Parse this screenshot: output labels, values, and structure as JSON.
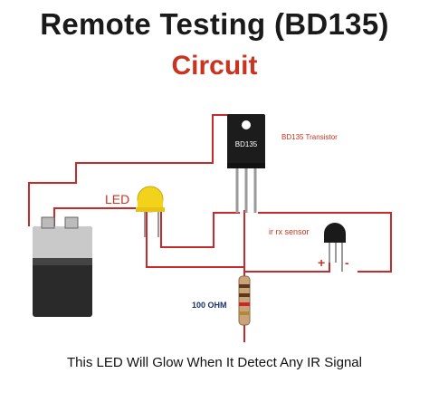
{
  "header": {
    "title": "Remote Testing (BD135)",
    "subtitle": "Circuit"
  },
  "labels": {
    "led": "LED",
    "transistor": "BD135 Transistor",
    "transistor_marking": "BD135",
    "ir_sensor": "ir rx sensor",
    "resistor": "100 OHM",
    "plus": "+",
    "minus": "-"
  },
  "caption": "This LED Will Glow When It Detect Any IR Signal",
  "colors": {
    "wire": "#c62a2a",
    "title": "#1a1a1a",
    "subtitle": "#c8341f",
    "led": "#f2d21b"
  }
}
